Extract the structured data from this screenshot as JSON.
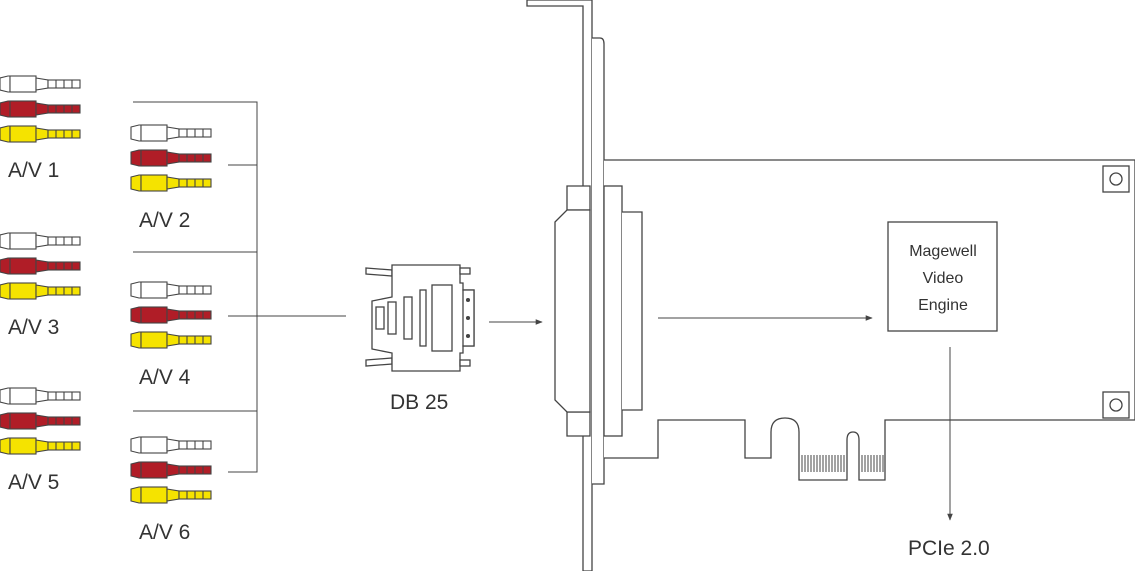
{
  "colors": {
    "white_plug": "#ffffff",
    "red_plug": "#b01d27",
    "yellow_plug": "#f5e300",
    "line": "#444444",
    "text": "#333333"
  },
  "av_groups": [
    {
      "label": "A/V 1",
      "plugs": [
        "white",
        "red",
        "yellow"
      ]
    },
    {
      "label": "A/V 2",
      "plugs": [
        "white",
        "red",
        "yellow"
      ]
    },
    {
      "label": "A/V 3",
      "plugs": [
        "white",
        "red",
        "yellow"
      ]
    },
    {
      "label": "A/V 4",
      "plugs": [
        "white",
        "red",
        "yellow"
      ]
    },
    {
      "label": "A/V 5",
      "plugs": [
        "white",
        "red",
        "yellow"
      ]
    },
    {
      "label": "A/V 6",
      "plugs": [
        "white",
        "red",
        "yellow"
      ]
    }
  ],
  "connector": {
    "label": "DB 25"
  },
  "engine": {
    "line1": "Magewell",
    "line2": "Video",
    "line3": "Engine"
  },
  "bus": {
    "label": "PCIe 2.0"
  }
}
